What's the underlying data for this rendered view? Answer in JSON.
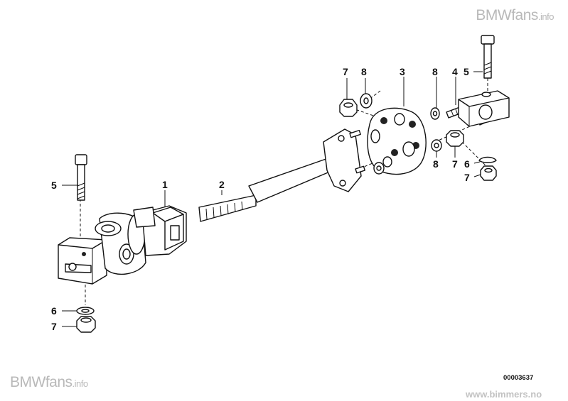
{
  "watermark_top": {
    "brand": "BMWfans",
    "suffix": ".info"
  },
  "watermark_bottom": {
    "brand": "BMWfans",
    "suffix": ".info"
  },
  "diagram_number": "00003637",
  "site_url": "www.bimmers.no",
  "part_labels": [
    {
      "id": "lbl-7a",
      "text": "7"
    },
    {
      "id": "lbl-8a",
      "text": "8"
    },
    {
      "id": "lbl-3",
      "text": "3"
    },
    {
      "id": "lbl-8b",
      "text": "8"
    },
    {
      "id": "lbl-4",
      "text": "4"
    },
    {
      "id": "lbl-5a",
      "text": "5"
    },
    {
      "id": "lbl-8c",
      "text": "8"
    },
    {
      "id": "lbl-7b",
      "text": "7"
    },
    {
      "id": "lbl-6a",
      "text": "6"
    },
    {
      "id": "lbl-7c",
      "text": "7"
    },
    {
      "id": "lbl-5b",
      "text": "5"
    },
    {
      "id": "lbl-1",
      "text": "1"
    },
    {
      "id": "lbl-2",
      "text": "2"
    },
    {
      "id": "lbl-6b",
      "text": "6"
    },
    {
      "id": "lbl-7d",
      "text": "7"
    }
  ]
}
